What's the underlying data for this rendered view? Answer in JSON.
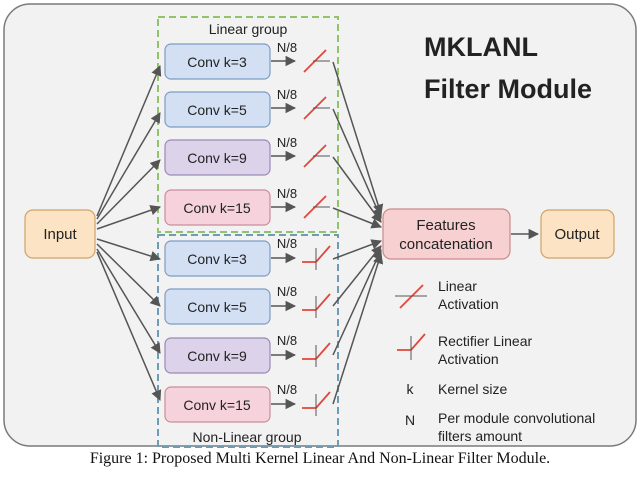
{
  "module_title": {
    "line1": "MKLANL",
    "line2": "Filter Module"
  },
  "groups": {
    "linear_label": "Linear group",
    "nonlinear_label": "Non-Linear group"
  },
  "input_label": "Input",
  "output_label": "Output",
  "concat_label": {
    "line1": "Features",
    "line2": "concatenation"
  },
  "filter_count_label": "N/8",
  "linear_convs": [
    "Conv k=3",
    "Conv k=5",
    "Conv k=9",
    "Conv k=15"
  ],
  "nonlinear_convs": [
    "Conv k=3",
    "Conv k=5",
    "Conv k=9",
    "Conv k=15"
  ],
  "legend": {
    "linear": {
      "line1": "Linear",
      "line2": "Activation"
    },
    "relu": {
      "line1": "Rectifier Linear",
      "line2": "Activation"
    },
    "k": {
      "symbol": "k",
      "text": "Kernel size"
    },
    "n": {
      "symbol": "N",
      "line1": "Per module convolutional",
      "line2": "filters  amount"
    }
  },
  "caption": "Figure 1: Proposed Multi Kernel Linear And Non-Linear Filter Module.",
  "colors": {
    "panel_fill": "#f2f2f2",
    "panel_stroke": "#7a7a7a",
    "linear_group_border": "#8fc46a",
    "nonlinear_group_border": "#6e9bb5",
    "conv_blue_fill": "#d3e0f4",
    "conv_blue_stroke": "#7d9cc4",
    "conv_purple_fill": "#dcd2ea",
    "conv_purple_stroke": "#9a88b8",
    "conv_pink_fill": "#f6d3dc",
    "conv_pink_stroke": "#c98d9c",
    "io_fill": "#fce3c4",
    "io_stroke": "#d2a266",
    "concat_fill": "#f7d1d1",
    "concat_stroke": "#cc8a8a",
    "activation_red": "#e0473b",
    "arrow": "#555555"
  }
}
